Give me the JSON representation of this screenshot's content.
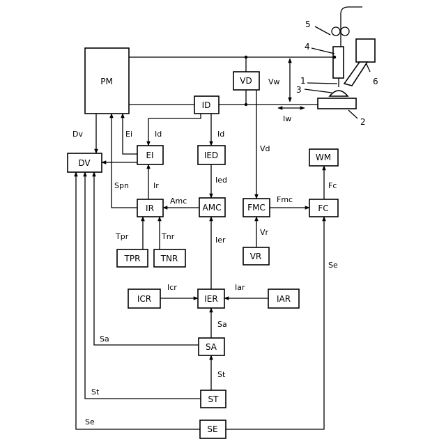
{
  "blocks": {
    "pm": "PM",
    "vd": "VD",
    "id": "ID",
    "dv": "DV",
    "ei": "EI",
    "ied": "IED",
    "wm": "WM",
    "ir": "IR",
    "amc": "AMC",
    "fmc": "FMC",
    "fc": "FC",
    "tpr": "TPR",
    "tnr": "TNR",
    "vr": "VR",
    "icr": "ICR",
    "ier": "IER",
    "iar": "IAR",
    "sa": "SA",
    "st": "ST",
    "se": "SE"
  },
  "signals": {
    "vw": "Vw",
    "iw": "Iw",
    "dv": "Dv",
    "ei": "Ei",
    "id_left": "Id",
    "id_right": "Id",
    "vd": "Vd",
    "spn": "Spn",
    "ir": "Ir",
    "ied": "Ied",
    "fc": "Fc",
    "amc": "Amc",
    "fmc": "Fmc",
    "tpr": "Tpr",
    "tnr": "Tnr",
    "ier": "Ier",
    "vr": "Vr",
    "se_right": "Se",
    "icr": "Icr",
    "iar": "Iar",
    "sa_up": "Sa",
    "sa_left": "Sa",
    "st_up": "St",
    "st_left": "St",
    "se_left": "Se"
  },
  "reference_numbers": {
    "n1": "1",
    "n2": "2",
    "n3": "3",
    "n4": "4",
    "n5": "5",
    "n6": "6"
  }
}
